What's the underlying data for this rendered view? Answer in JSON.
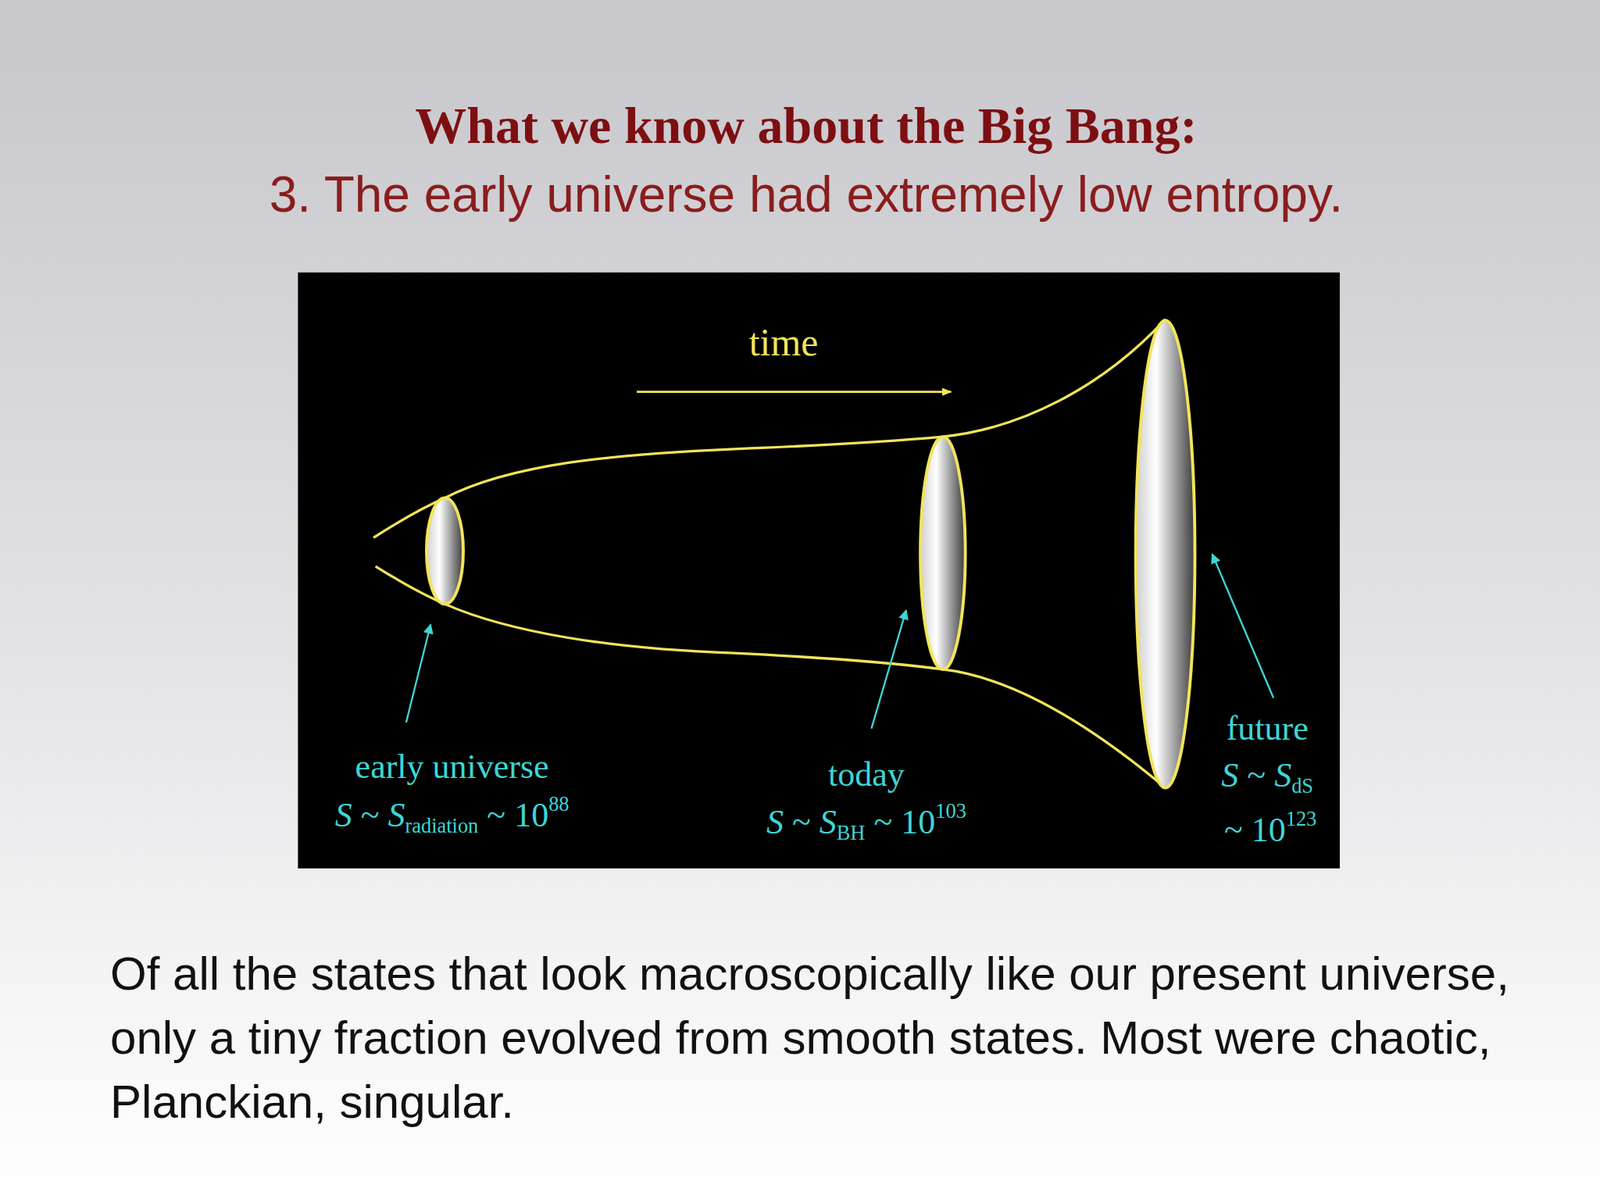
{
  "diagram": {
    "title": "What we know about the Big Bang:",
    "caption": "Of all the states that look macroscopically like our present universe, only a tiny fraction evolved from smooth states. Most were chaotic, Planckian, singular.",
    "labels": [
      "3. The early universe had extremely low entropy.",
      "time",
      "early universe",
      "S ~ Sradiation ~ 1088",
      "today",
      "S ~ SBH ~ 10103",
      "future",
      "S ~ SdS",
      "~ 10123"
    ]
  }
}
